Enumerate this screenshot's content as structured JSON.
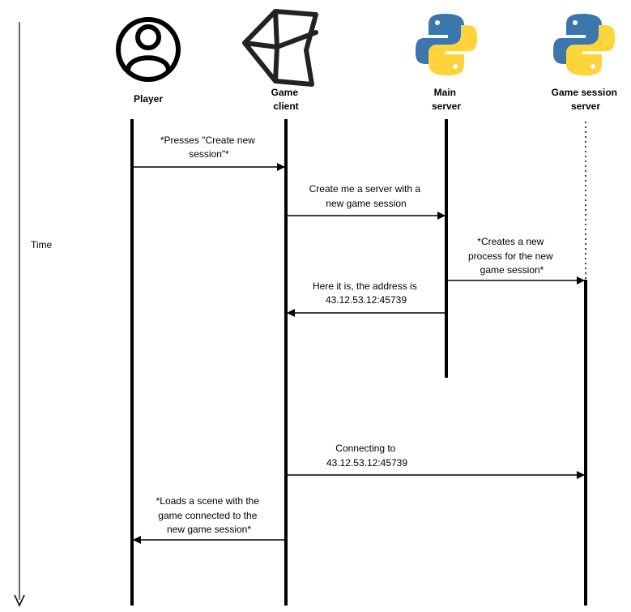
{
  "time_axis": {
    "label": "Time"
  },
  "actors": {
    "player": {
      "label": [
        "Player"
      ],
      "icon": "user-icon"
    },
    "game_client": {
      "label": [
        "Game",
        "client"
      ],
      "icon": "unity-icon"
    },
    "main_server": {
      "label": [
        "Main",
        "server"
      ],
      "icon": "python-icon"
    },
    "session_server": {
      "label": [
        "Game session",
        "server"
      ],
      "icon": "python-icon"
    }
  },
  "messages": [
    {
      "from": "Player",
      "to": "Game client",
      "text": [
        "*Presses \"Create new",
        "session\"*"
      ]
    },
    {
      "from": "Game client",
      "to": "Main server",
      "text": [
        "Create me a server with a",
        "new game session"
      ]
    },
    {
      "from": "Main server",
      "to": "Game session server",
      "text": [
        "*Creates a new",
        "process for the new",
        "game session*"
      ]
    },
    {
      "from": "Main server",
      "to": "Game client",
      "text": [
        "Here it is, the address is",
        "43.12.53.12:45739"
      ]
    },
    {
      "from": "Game client",
      "to": "Game session server",
      "text": [
        "Connecting to",
        "43.12.53.12:45739"
      ]
    },
    {
      "from": "Game client",
      "to": "Player",
      "text": [
        "*Loads a scene with the",
        "game connected to the",
        "new game session*"
      ]
    }
  ],
  "colors": {
    "line": "#000000",
    "python_blue": "#3B76AC",
    "python_yellow": "#FFD43B",
    "unity": "#222222"
  }
}
